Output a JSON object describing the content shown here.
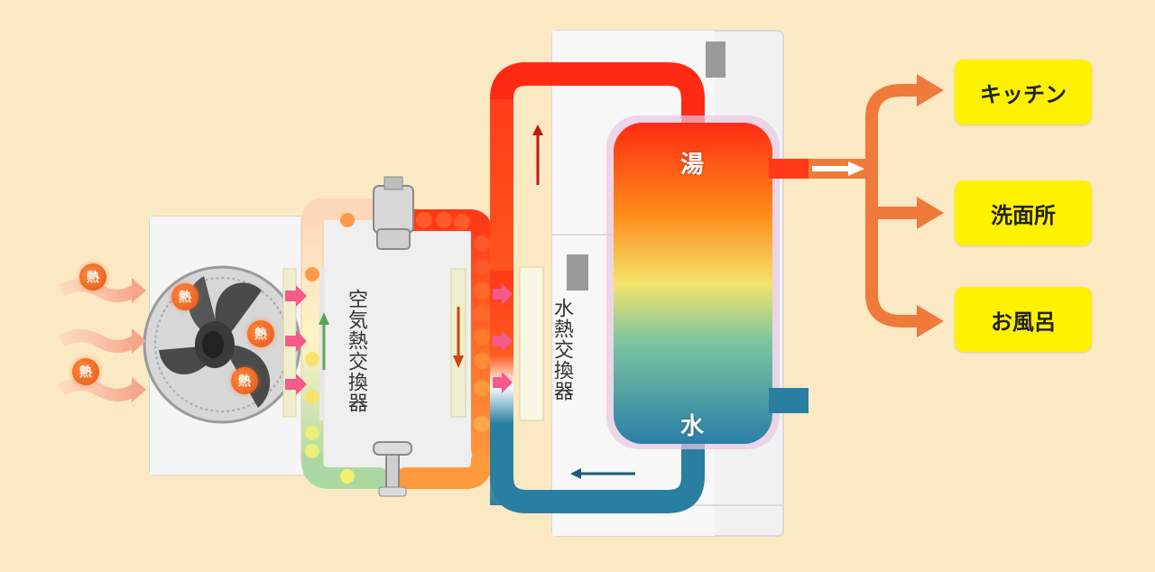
{
  "labels": {
    "air_heat_exchanger": "空気熱交換器",
    "water_heat_exchanger": "水熱交換器",
    "hot_water": "湯",
    "water": "水",
    "heat_badge": "熱"
  },
  "destinations": [
    "キッチン",
    "洗面所",
    "お風呂"
  ],
  "colors": {
    "background": "#fbe9c4",
    "hot": "#ff3a1a",
    "cold": "#2a7fa0",
    "destination_box": "#fff200",
    "flow_arrow": "#f07a3c"
  }
}
